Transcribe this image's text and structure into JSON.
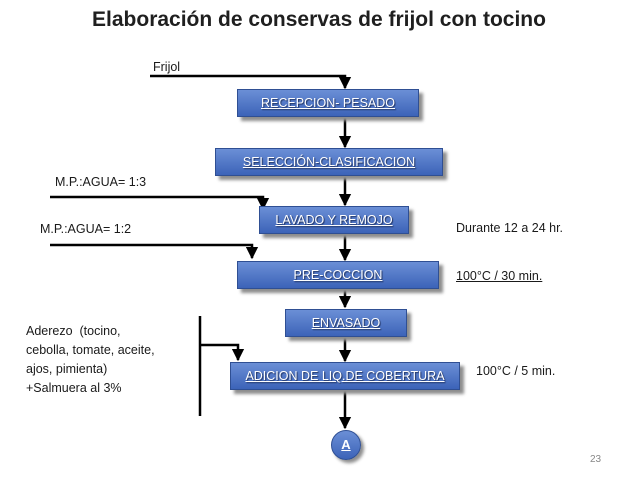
{
  "title": "Elaboración de conservas de frijol con tocino",
  "inputs": {
    "frijol": "Frijol",
    "mp_agua_1": "M.P.:AGUA= 1:3",
    "mp_agua_2": "M.P.:AGUA= 1:2",
    "aderezo": [
      "Aderezo  (tocino,",
      "cebolla, tomate, aceite,",
      "ajos, pimienta)",
      "+Salmuera al 3%"
    ]
  },
  "steps": [
    {
      "label": "RECEPCION- PESADO"
    },
    {
      "label": "SELECCIÓN-CLASIFICACION"
    },
    {
      "label": "LAVADO Y REMOJO"
    },
    {
      "label": "PRE-COCCION"
    },
    {
      "label": "ENVASADO"
    },
    {
      "label": "ADICION DE LIQ.DE COBERTURA"
    }
  ],
  "notes": {
    "lavado": "Durante 12 a 24 hr.",
    "precoccion": "100°C / 30 min.",
    "cobertura": "100°C / 5 min."
  },
  "connector": "A",
  "page_number": "23",
  "colors": {
    "box_fill": "#4a72c4",
    "box_border": "#2f4f93",
    "line": "#000000"
  }
}
